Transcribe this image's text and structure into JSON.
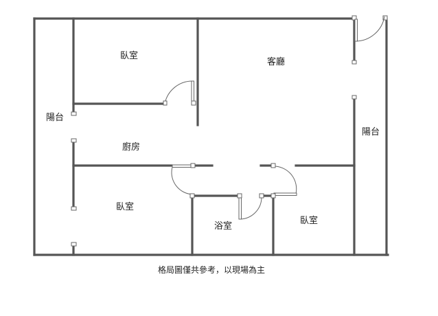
{
  "floorplan": {
    "rooms": {
      "bedroom_top": "臥室",
      "living_room": "客廳",
      "balcony_left": "陽台",
      "balcony_right": "陽台",
      "kitchen": "廚房",
      "bedroom_bottom_left": "臥室",
      "bathroom": "浴室",
      "bedroom_bottom_right": "臥室"
    },
    "caption": "格局圖僅共參考，以現場為主"
  }
}
